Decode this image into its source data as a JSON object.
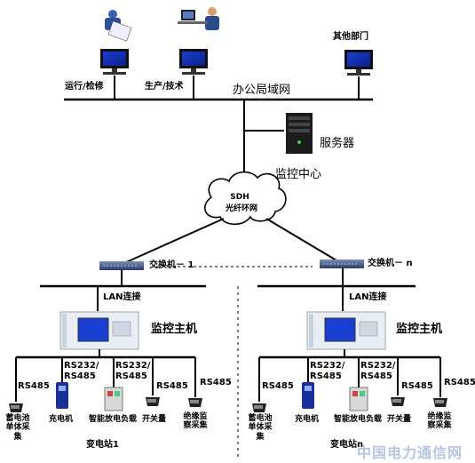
{
  "top": {
    "ops_label": "运行/检修",
    "prod_label": "生产/技术",
    "other_label": "其他部门",
    "lan_label": "办公局域网",
    "server_label": "服务器",
    "center_label": "监控中心"
  },
  "cloud": {
    "line1": "SDH",
    "line2": "光纤环网"
  },
  "left_station": {
    "switch_label": "交换机－ 1",
    "lan_label": "LAN连接",
    "host_label": "监控主机",
    "port1": "RS485",
    "port2": "RS232/ RS485",
    "port3": "RS232/ RS485",
    "port4": "RS485",
    "port5": "RS485",
    "dev1": "蓄电池单体采集",
    "dev2": "充电机",
    "dev3": "智能放电负载",
    "dev4": "开关量",
    "dev5": "绝缘监察采集",
    "name": "变电站1"
  },
  "right_station": {
    "switch_label": "交换机－ n",
    "lan_label": "LAN连接",
    "host_label": "监控主机",
    "port1": "RS485",
    "port2": "RS232/ RS485",
    "port3": "RS232/ RS485",
    "port4": "RS485",
    "port5": "RS485",
    "dev1": "蓄电池单体采集",
    "dev2": "充电机",
    "dev3": "智能放电负载",
    "dev4": "开关量",
    "dev5": "绝缘监察采集",
    "name": "变电站n"
  },
  "watermark": "中国电力通信网"
}
